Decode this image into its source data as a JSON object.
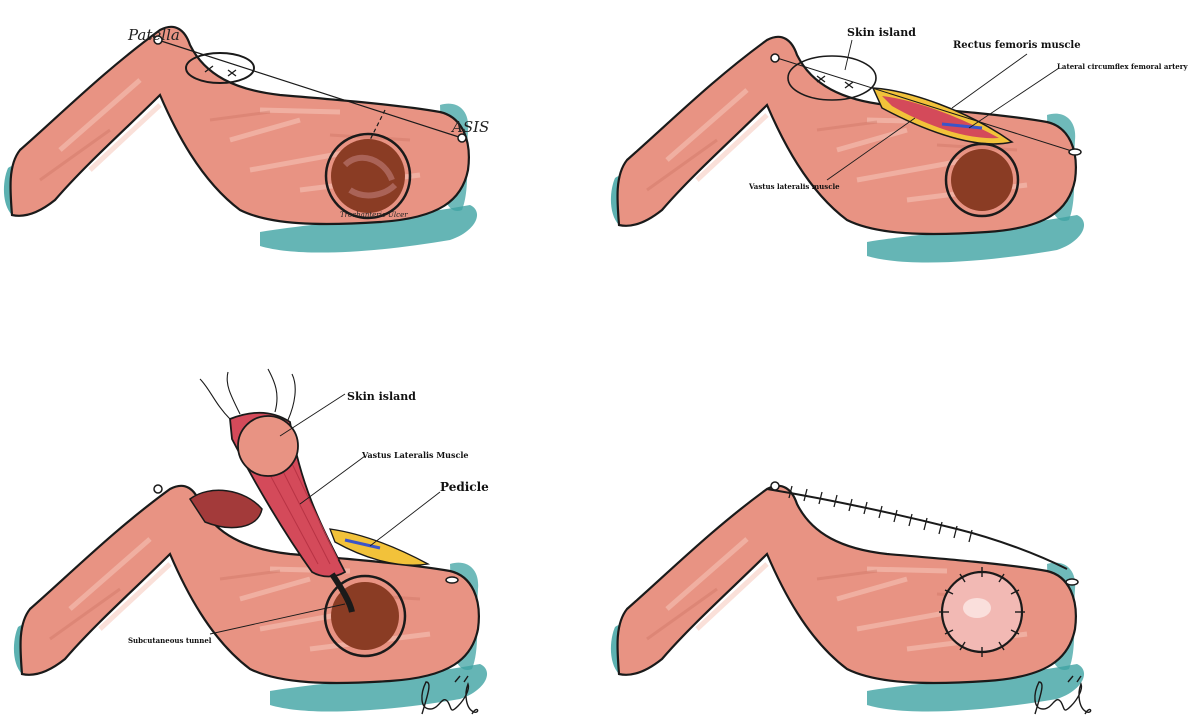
{
  "colors": {
    "skin": "#e89383",
    "skin_dark": "#d87a6a",
    "outline": "#1a1a1a",
    "shadow": "#3fa3a3",
    "ulcer": "#8a3c24",
    "ulcer_inner": "#6e2a18",
    "muscle": "#d44a5a",
    "fascia": "#f2c23a",
    "artery": "#3b55c9",
    "healed_wound": "#f2b9b4"
  },
  "panels": [
    {
      "id": "A",
      "labels": {
        "patella": "Patella",
        "asis": "ASIS",
        "ulcer": "Trochanteric Ulcer"
      }
    },
    {
      "id": "B",
      "labels": {
        "skin_island": "Skin island",
        "rectus_femoris": "Rectus femoris muscle",
        "lateral_circumflex": "Lateral circumflex femoral artery",
        "vastus_lateralis": "Vastus lateralis muscle"
      }
    },
    {
      "id": "C",
      "labels": {
        "skin_island": "Skin island",
        "vastus_lateralis": "Vastus Lateralis Muscle",
        "pedicle": "Pedicle",
        "subcutaneous_tunnel": "Subcutaneous tunnel"
      },
      "signature": true
    },
    {
      "id": "D",
      "labels": {},
      "signature": true
    }
  ]
}
